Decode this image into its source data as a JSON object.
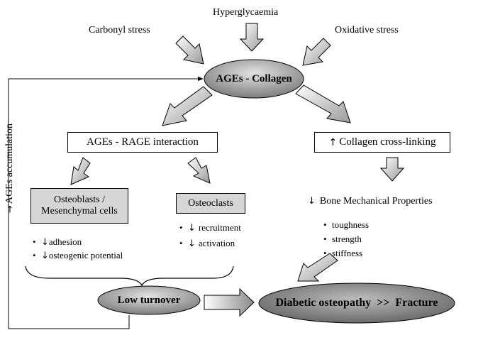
{
  "inputs": {
    "hyperglycaemia": "Hyperglycaemia",
    "carbonyl_stress": "Carbonyl stress",
    "oxidative_stress": "Oxidative stress"
  },
  "center_node": "AGEs - Collagen",
  "rage_box": "AGEs - RAGE interaction",
  "crosslink_box": {
    "arrow": "↑",
    "label": "Collagen cross-linking"
  },
  "osteoblast_box": {
    "line1": "Osteoblasts /",
    "line2": "Mesenchymal cells"
  },
  "osteoclast_box": "Osteoclasts",
  "osteoblast_effects": [
    {
      "bullet": "•",
      "arrow": "↓",
      "text": "adhesion"
    },
    {
      "bullet": "•",
      "arrow": "↓",
      "text": "osteogenic potential"
    }
  ],
  "osteoclast_effects": [
    {
      "bullet": "•",
      "arrow": "↓",
      "text": "recruitment"
    },
    {
      "bullet": "•",
      "arrow": "↓",
      "text": "activation"
    }
  ],
  "bone_props": {
    "arrow": "↓",
    "title": "Bone Mechanical Properties",
    "items": [
      {
        "bullet": "•",
        "text": "toughness"
      },
      {
        "bullet": "•",
        "text": "strength"
      },
      {
        "bullet": "•",
        "text": "stiffness"
      }
    ]
  },
  "low_turnover": "Low turnover",
  "outcome": "Diabetic osteopathy  >>  Fracture",
  "feedback": {
    "arrow": "↑",
    "label": "AGEs accumulation"
  },
  "colors": {
    "arrow_fill_light": "#ffffff",
    "arrow_fill_dark": "#9a9a9a",
    "oval_light": "#d9d9d9",
    "oval_dark": "#6e6e6e",
    "box_grey": "#d6d6d6"
  }
}
